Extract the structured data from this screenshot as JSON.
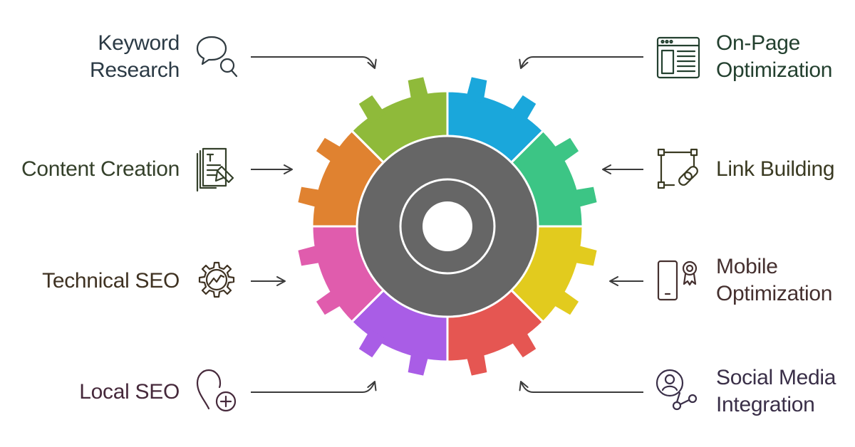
{
  "diagram": {
    "items": [
      {
        "id": "keyword-research",
        "lines": [
          "Keyword",
          "Research"
        ],
        "color": "#1AA7DB",
        "icon": "chat-search-icon",
        "text_color": "#2B3A45"
      },
      {
        "id": "on-page-optimization",
        "lines": [
          "On-Page",
          "Optimization"
        ],
        "color": "#3CC585",
        "icon": "webpage-icon",
        "text_color": "#23402F"
      },
      {
        "id": "link-building",
        "lines": [
          "Link Building"
        ],
        "color": "#E2CB1E",
        "icon": "link-nodes-icon",
        "text_color": "#3A3A22"
      },
      {
        "id": "mobile-optimization",
        "lines": [
          "Mobile",
          "Optimization"
        ],
        "color": "#E55652",
        "icon": "mobile-badge-icon",
        "text_color": "#45302F"
      },
      {
        "id": "social-media-integration",
        "lines": [
          "Social Media",
          "Integration"
        ],
        "color": "#A95DE6",
        "icon": "social-share-icon",
        "text_color": "#3A2F48"
      },
      {
        "id": "local-seo",
        "lines": [
          "Local SEO"
        ],
        "color": "#E05CAD",
        "icon": "location-add-icon",
        "text_color": "#46293B"
      },
      {
        "id": "technical-seo",
        "lines": [
          "Technical SEO"
        ],
        "color": "#E08230",
        "icon": "gear-chart-icon",
        "text_color": "#3F3222"
      },
      {
        "id": "content-creation",
        "lines": [
          "Content Creation"
        ],
        "color": "#8FBA3A",
        "icon": "document-edit-icon",
        "text_color": "#34402A"
      }
    ],
    "hub_color": "#666666"
  }
}
